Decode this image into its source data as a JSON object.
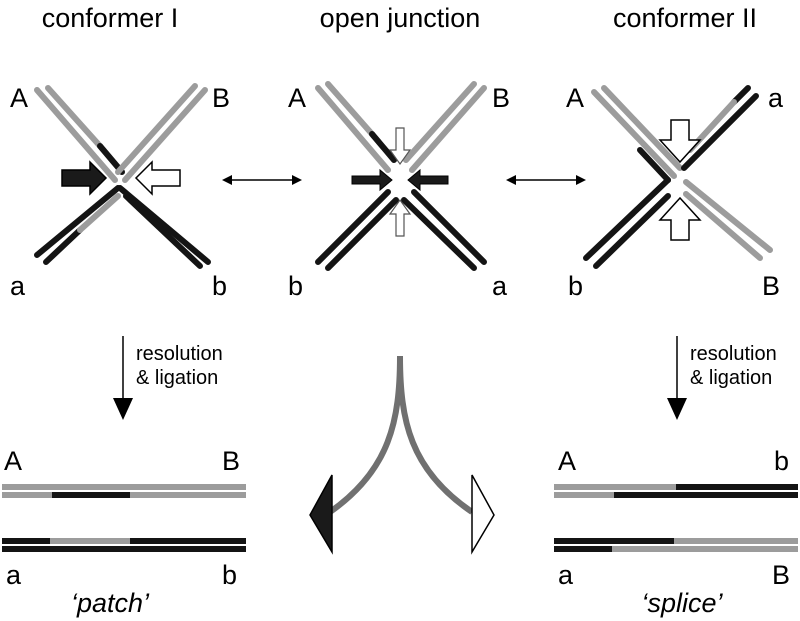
{
  "colors": {
    "light_strand": "#9c9c9c",
    "dark_strand": "#141414",
    "open_arrow_fill": "#ffffff",
    "dark_arrow_fill": "#1a1a1a",
    "curve": "#707070",
    "background": "#ffffff"
  },
  "panels": {
    "left": {
      "title": "conformer I",
      "ends": {
        "top_left": "A",
        "top_right": "B",
        "bottom_left": "a",
        "bottom_right": "b"
      }
    },
    "middle": {
      "title": "open junction",
      "ends": {
        "top_left": "A",
        "top_right": "B",
        "bottom_left": "b",
        "bottom_right": "a"
      }
    },
    "right": {
      "title": "conformer II",
      "ends": {
        "top_left": "A",
        "top_right": "a",
        "bottom_left": "b",
        "bottom_right": "B"
      }
    }
  },
  "resolution": {
    "left": {
      "line1": "resolution",
      "line2": "& ligation"
    },
    "right": {
      "line1": "resolution",
      "line2": "& ligation"
    }
  },
  "products": {
    "left": {
      "top": {
        "left_end": "A",
        "right_end": "B"
      },
      "bottom": {
        "left_end": "a",
        "right_end": "b"
      },
      "caption": "‘patch’"
    },
    "right": {
      "top": {
        "left_end": "A",
        "right_end": "b"
      },
      "bottom": {
        "left_end": "a",
        "right_end": "B"
      },
      "caption": "‘splice’"
    }
  }
}
